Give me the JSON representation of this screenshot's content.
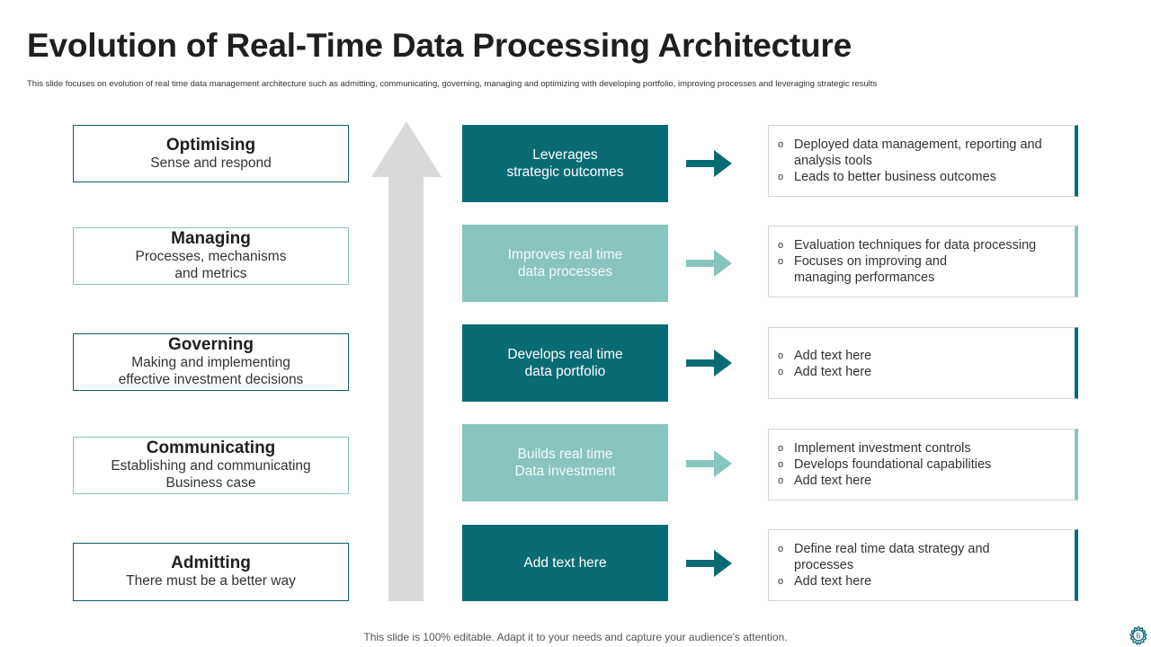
{
  "title": "Evolution of Real-Time Data Processing Architecture",
  "subtitle": "This slide focuses on evolution of real time data management  architecture such as admitting, communicating,  governing, managing  and optimizing  with developing portfolio, improving processes and leveraging strategic results",
  "stages": [
    {
      "heading": "Optimising",
      "description": "Sense and respond",
      "center_label": "Leverages\nstrategic outcomes",
      "bullets": [
        "Deployed data management, reporting and\nanalysis tools",
        "Leads to better business outcomes"
      ]
    },
    {
      "heading": "Managing",
      "description": "Processes, mechanisms\nand metrics",
      "center_label": "Improves real time\ndata processes",
      "bullets": [
        "Evaluation techniques for data processing",
        "Focuses on improving and\nmanaging performances"
      ]
    },
    {
      "heading": "Governing",
      "description": "Making and implementing\neffective investment decisions",
      "center_label": "Develops real time\ndata portfolio",
      "bullets": [
        "Add text here",
        "Add text here"
      ]
    },
    {
      "heading": "Communicating",
      "description": "Establishing and communicating\nBusiness case",
      "center_label": "Builds real time\nData investment",
      "bullets": [
        "Implement investment controls",
        "Develops foundational capabilities",
        "Add text here"
      ]
    },
    {
      "heading": "Admitting",
      "description": "There must be a better way",
      "center_label": "Add text here",
      "bullets": [
        "Define real time data strategy      and\nprocesses",
        "Add text here"
      ]
    }
  ],
  "bullet_glyph": "o",
  "footer": "This slide is 100% editable. Adapt it to your needs and capture your audience's attention.",
  "page_number": "6",
  "colors": {
    "dark_teal": "#0b6b75",
    "light_teal": "#88c5bf",
    "arrow_gray": "#d9d9d9"
  },
  "icons": [
    "up-arrow-icon",
    "right-arrow-icon",
    "gear-icon"
  ]
}
